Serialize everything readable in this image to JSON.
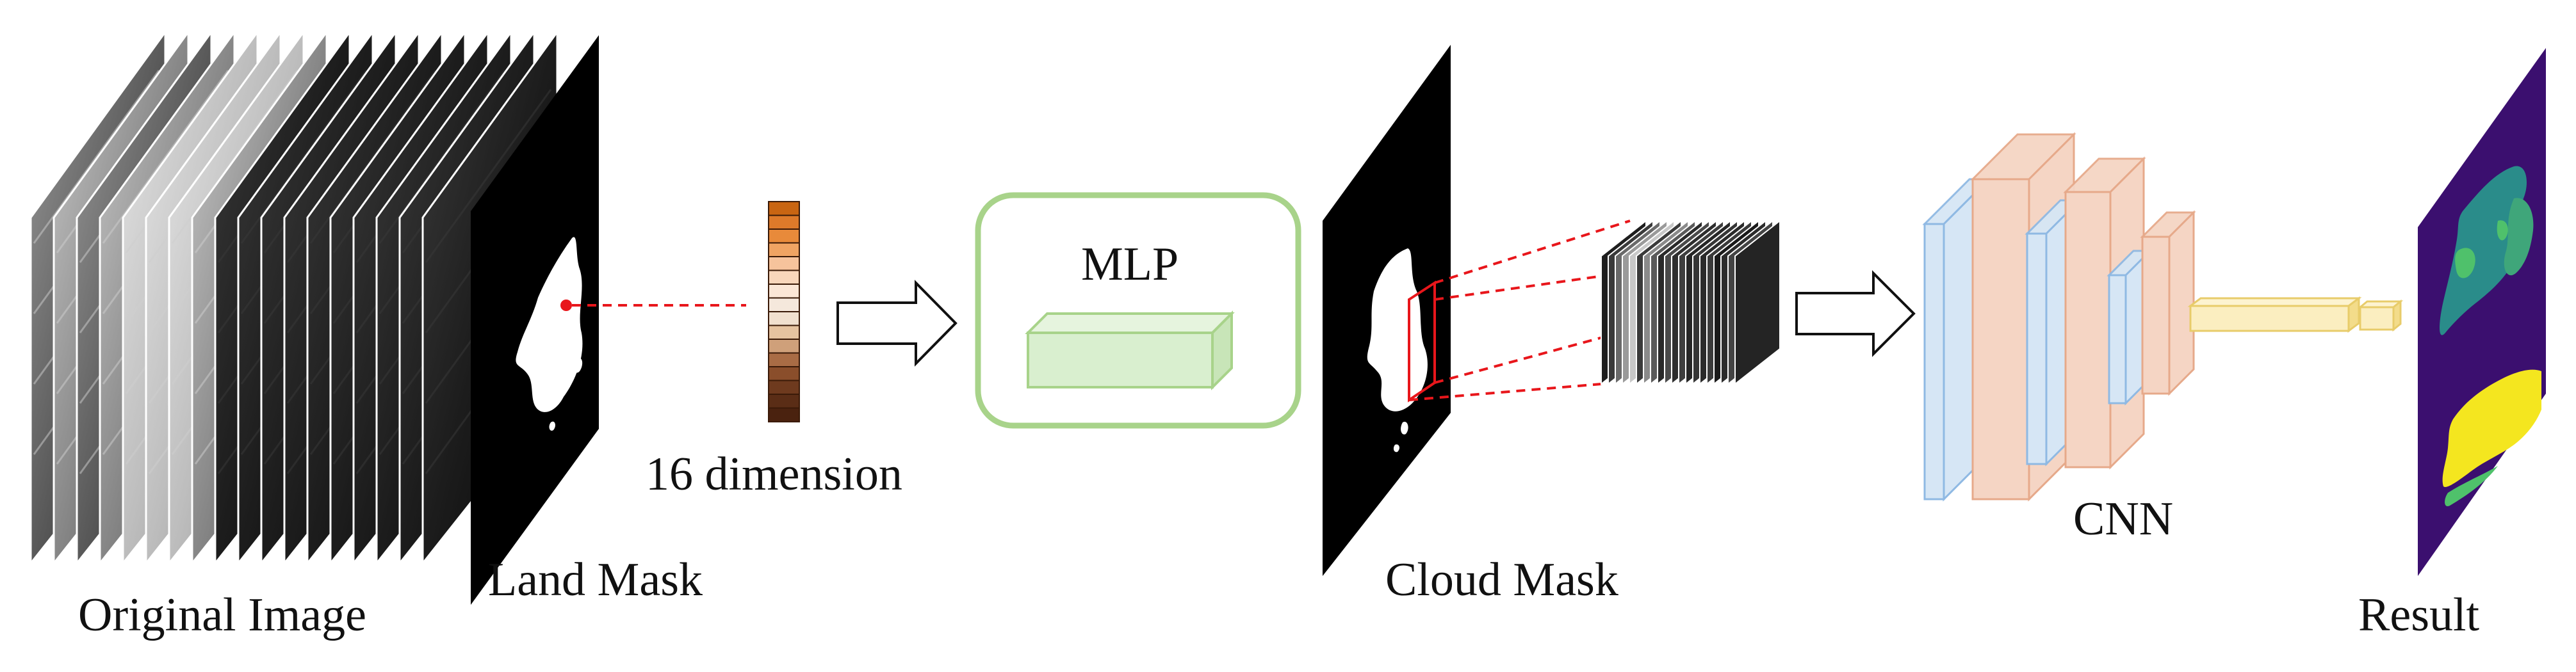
{
  "labels": {
    "original_image": "Original Image",
    "land_mask": "Land Mask",
    "dimension": "16 dimension",
    "mlp": "MLP",
    "cloud_mask": "Cloud Mask",
    "cnn": "CNN",
    "result": "Result"
  },
  "colors": {
    "mask_fill": "#000000",
    "red_dash": "#e8161b",
    "mlp_border": "#a8d38a",
    "mlp_block": "#d9efcf",
    "cnn_blue": "#d6e6f5",
    "cnn_blue_edge": "#8fb9e3",
    "cnn_peach": "#f5d5c4",
    "cnn_peach_edge": "#e6a98a",
    "fc_yellow": "#fbeec0",
    "fc_yellow_edge": "#e8cc6a",
    "result_bg": "#3b0f6f",
    "result_teal": "#2a8c8a",
    "result_green": "#4fc16b",
    "result_yellow": "#f4e61f"
  },
  "feature_vector_colors": [
    "#c96512",
    "#de7a2a",
    "#e88a3a",
    "#f0a463",
    "#f6c39c",
    "#f9d6bb",
    "#fbe6d6",
    "#f5e8dc",
    "#f1e0cf",
    "#e6c3a0",
    "#cfa07a",
    "#a96c45",
    "#8a4e2b",
    "#6e3a1e",
    "#5a2d16",
    "#4a220f"
  ]
}
